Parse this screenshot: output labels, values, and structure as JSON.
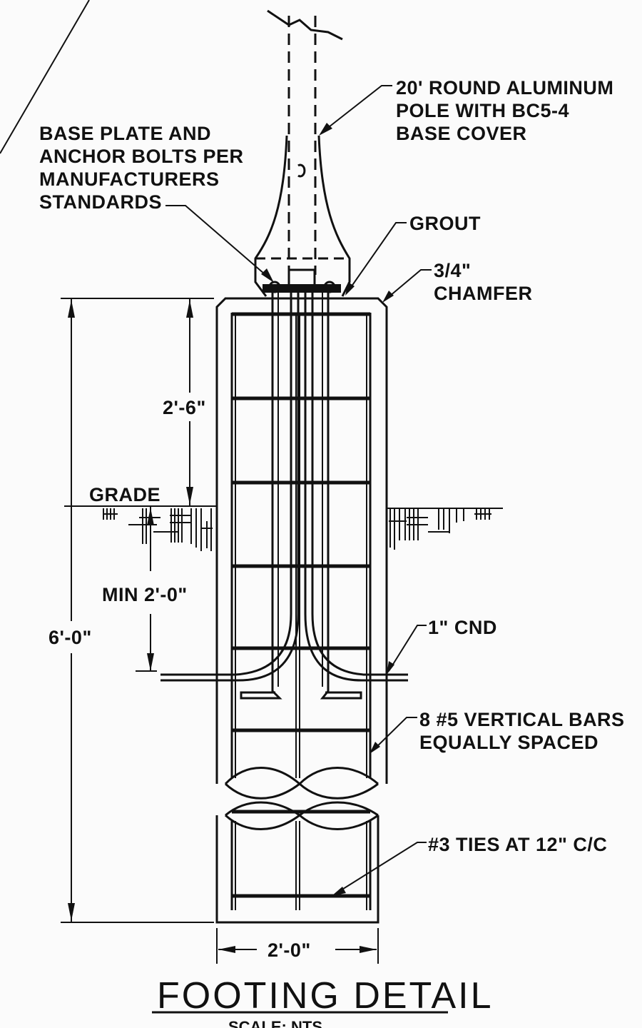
{
  "labels": {
    "pole_1": "20' ROUND ALUMINUM",
    "pole_2": "POLE WITH BC5-4",
    "pole_3": "BASE COVER",
    "base_1": "BASE PLATE AND",
    "base_2": "ANCHOR BOLTS PER",
    "base_3": "MANUFACTURERS",
    "base_4": "STANDARDS",
    "grout": "GROUT",
    "chamfer_1": "3/4\"",
    "chamfer_2": "CHAMFER",
    "grade": "GRADE",
    "dim_2_6": "2'-6\"",
    "dim_min_2_0": "MIN 2'-0\"",
    "dim_6_0": "6'-0\"",
    "conduit": "1\" CND",
    "vert_1": "8 #5 VERTICAL BARS",
    "vert_2": "EQUALLY SPACED",
    "ties": "#3 TIES AT 12\" C/C",
    "dim_width": "2'-0\""
  },
  "title": "FOOTING DETAIL",
  "scale": "SCALE: NTS"
}
